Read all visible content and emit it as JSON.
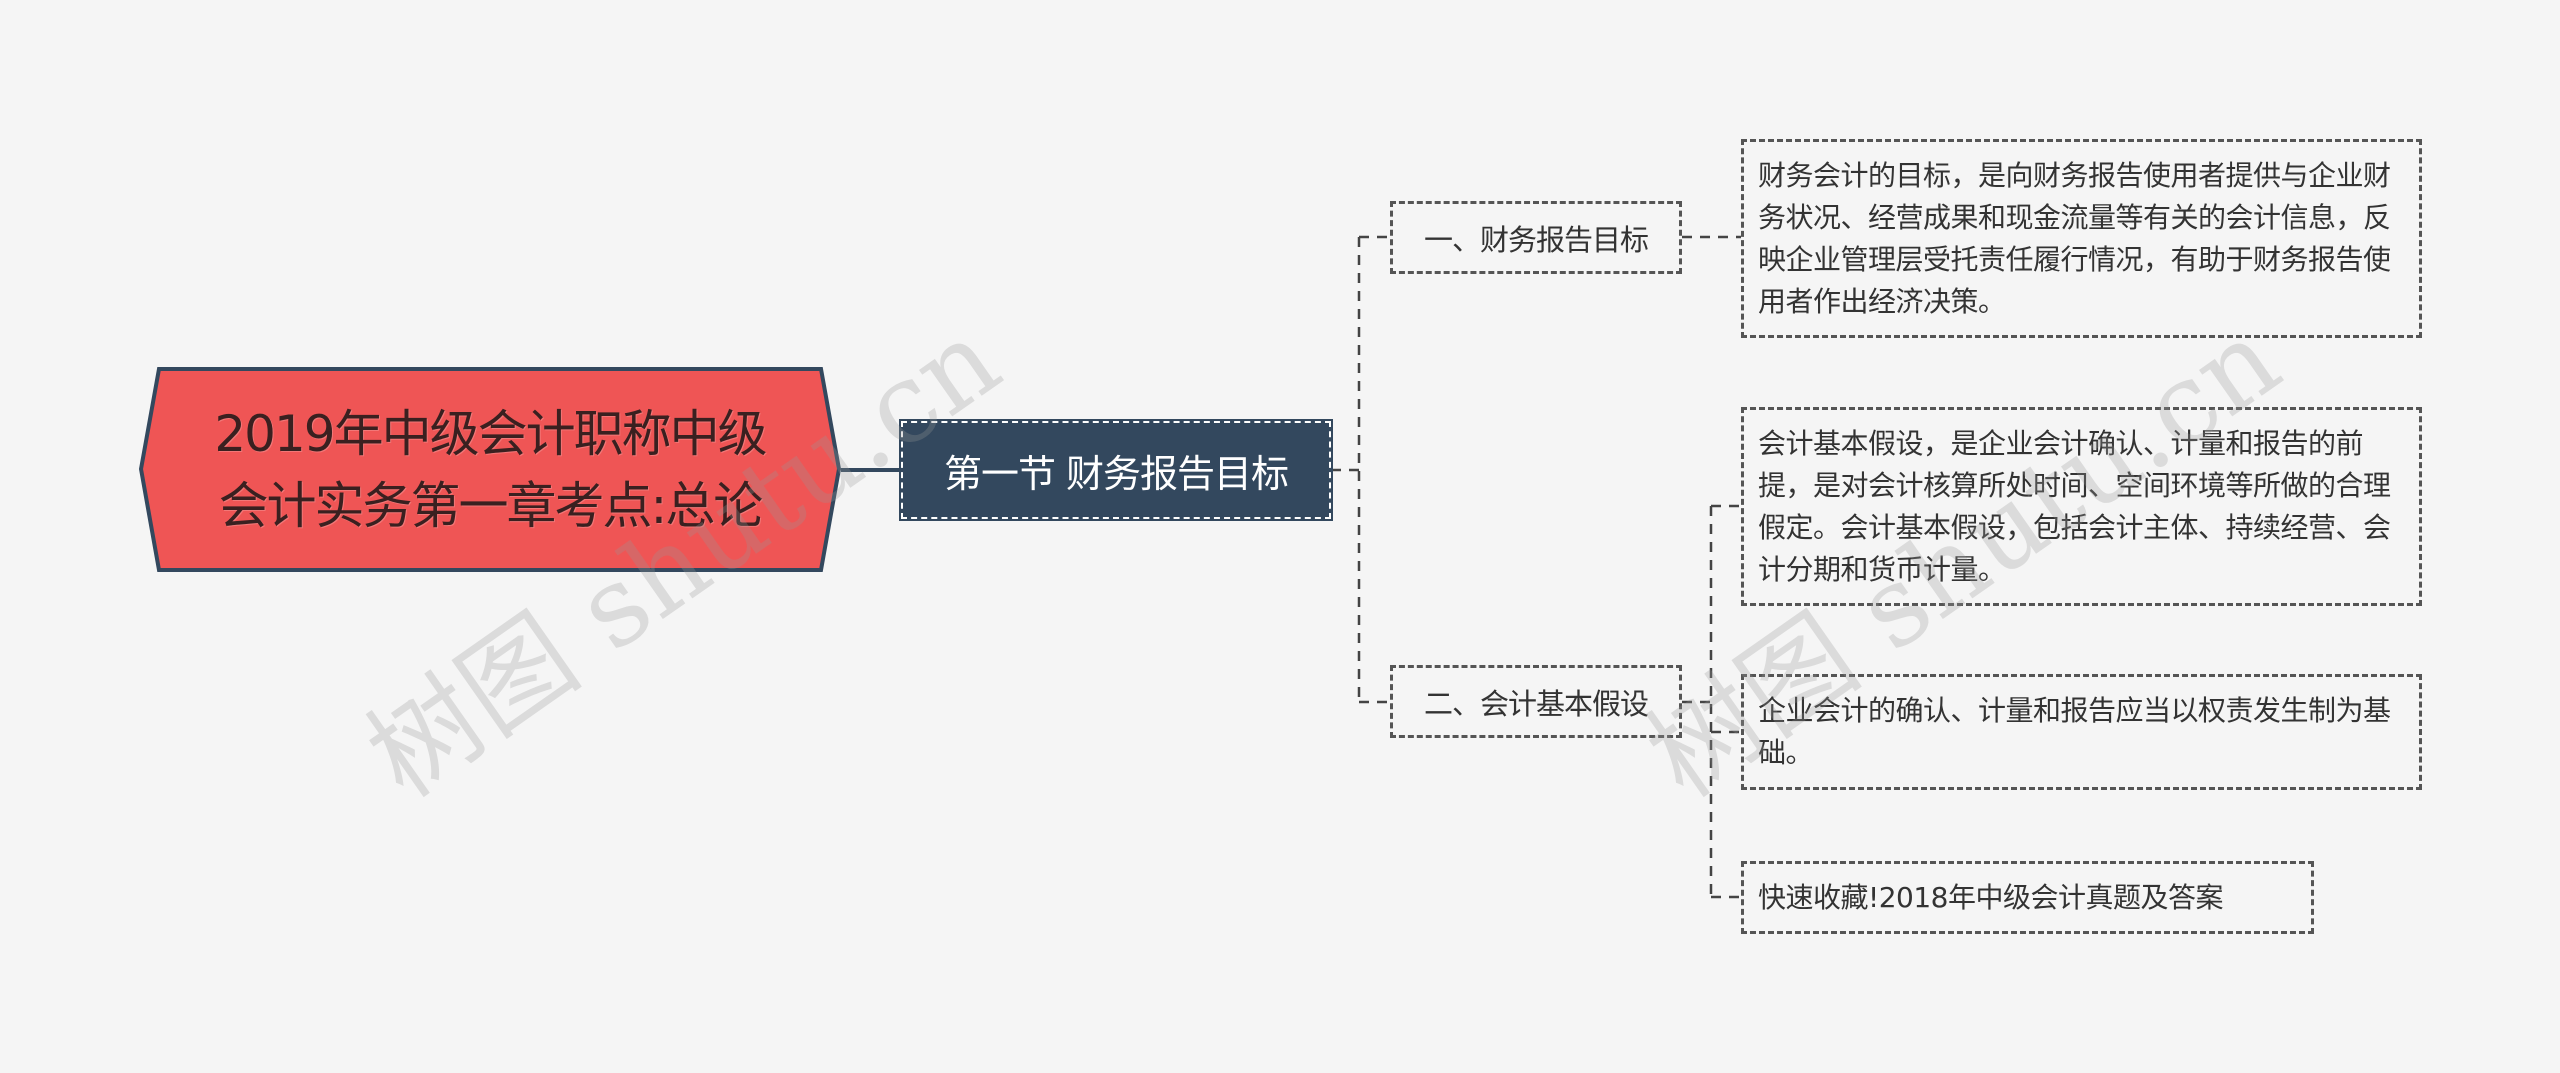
{
  "root": {
    "line1": "2019年中级会计职称中级",
    "line2": "会计实务第一章考点:总论",
    "fill": "#ef5555",
    "border": "#33485e"
  },
  "section": {
    "label": "第一节 财务报告目标",
    "fill": "#33485e"
  },
  "subtopics": [
    {
      "label": "一、财务报告目标"
    },
    {
      "label": "二、会计基本假设"
    }
  ],
  "leaves": [
    {
      "text": "财务会计的目标，是向财务报告使用者提供与企业财务状况、经营成果和现金流量等有关的会计信息，反映企业管理层受托责任履行情况，有助于财务报告使用者作出经济决策。"
    },
    {
      "text": "会计基本假设，是企业会计确认、计量和报告的前提，是对会计核算所处时间、空间环境等所做的合理假定。会计基本假设，包括会计主体、持续经营、会计分期和货币计量。"
    },
    {
      "text": "企业会计的确认、计量和报告应当以权责发生制为基础。"
    },
    {
      "text": "快速收藏!2018年中级会计真题及答案"
    }
  ],
  "watermark": "树图 shutu.cn"
}
